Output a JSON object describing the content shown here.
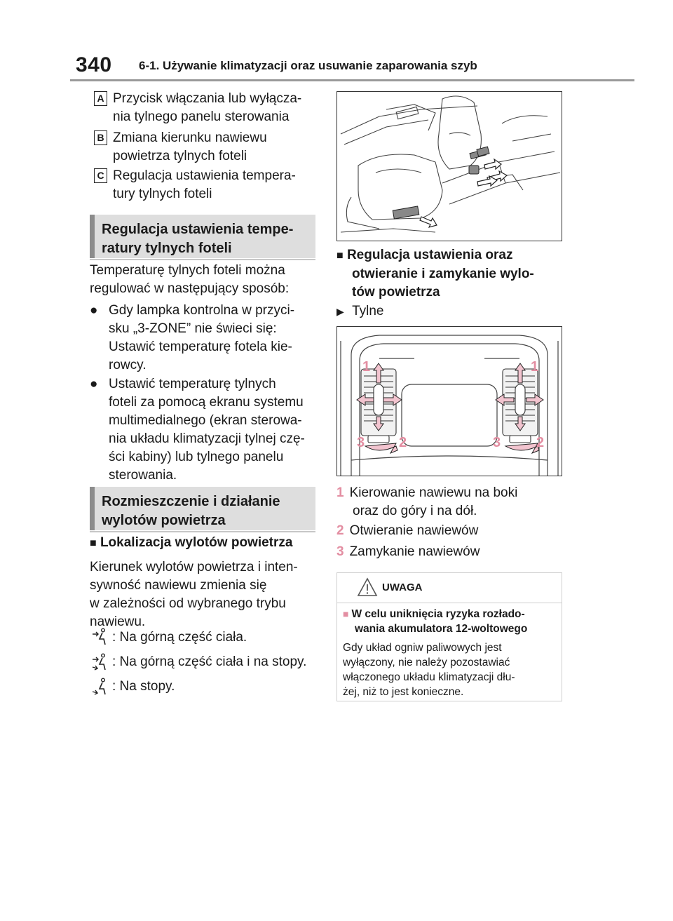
{
  "header": {
    "page_number": "340",
    "title": "6-1. Używanie klimatyzacji oraz usuwanie zaparowania szyb"
  },
  "left": {
    "labels": [
      {
        "tag": "A",
        "line1": "Przycisk włączania lub wyłącza-",
        "line2": "nia tylnego panelu sterowania"
      },
      {
        "tag": "B",
        "line1": "Zmiana kierunku nawiewu",
        "line2": "powietrza tylnych foteli"
      },
      {
        "tag": "C",
        "line1": "Regulacja ustawienia tempera-",
        "line2": "tury tylnych foteli"
      }
    ],
    "section1": {
      "line1": "Regulacja ustawienia tempe-",
      "line2": "ratury tylnych foteli"
    },
    "intro": {
      "line1": "Temperaturę tylnych foteli można",
      "line2": "regulować w następujący sposób:"
    },
    "bullets": [
      {
        "lines": [
          "Gdy lampka kontrolna w przyci-",
          "sku „3-ZONE” nie świeci się:",
          "Ustawić temperaturę fotela kie-",
          "rowcy."
        ]
      },
      {
        "lines": [
          "Ustawić temperaturę tylnych",
          "foteli za pomocą ekranu systemu",
          "multimedialnego (ekran sterowa-",
          "nia układu klimatyzacji tylnej czę-",
          "ści kabiny) lub tylnego panelu",
          "sterowania."
        ]
      }
    ],
    "section2": {
      "line1": "Rozmieszczenie i działanie",
      "line2": "wylotów powietrza"
    },
    "sub_heading": "Lokalizacja wylotów powietrza",
    "para": {
      "lines": [
        "Kierunek wylotów powietrza i inten-",
        "sywność nawiewu zmienia się",
        "w zależności od wybranego trybu",
        "nawiewu."
      ]
    },
    "modes": [
      {
        "icon": "airflow-face-icon",
        "text": ": Na górną część ciała."
      },
      {
        "icon": "airflow-face-feet-icon",
        "text": ": Na górną część ciała i na stopy."
      },
      {
        "icon": "airflow-feet-icon",
        "text": ": Na stopy."
      }
    ]
  },
  "right": {
    "sub_heading": {
      "line1": "Regulacja ustawienia oraz",
      "line2": "otwieranie i zamykanie wylo-",
      "line3": "tów powietrza"
    },
    "tylne": "Tylne",
    "vent_numbers": {
      "n1": "1",
      "n2": "2",
      "n3": "3"
    },
    "steps": [
      {
        "num": "1",
        "line1": "Kierowanie nawiewu na boki",
        "line2": "oraz do góry i na dół."
      },
      {
        "num": "2",
        "line1": "Otwieranie nawiewów",
        "line2": ""
      },
      {
        "num": "3",
        "line1": "Zamykanie nawiewów",
        "line2": ""
      }
    ],
    "warning": {
      "label": "UWAGA",
      "heading_line1": "W celu uniknięcia ryzyka rozłado-",
      "heading_line2": "wania akumulatora 12-woltowego",
      "body": [
        "Gdy układ ogniw paliwowych jest",
        "wyłączony, nie należy pozostawiać",
        "włączonego układu klimatyzacji dłu-",
        "żej, niż to jest konieczne."
      ]
    }
  },
  "colors": {
    "accent": "#e38ea2",
    "section_bg": "#dedede",
    "section_bar": "#8c8c8c"
  }
}
